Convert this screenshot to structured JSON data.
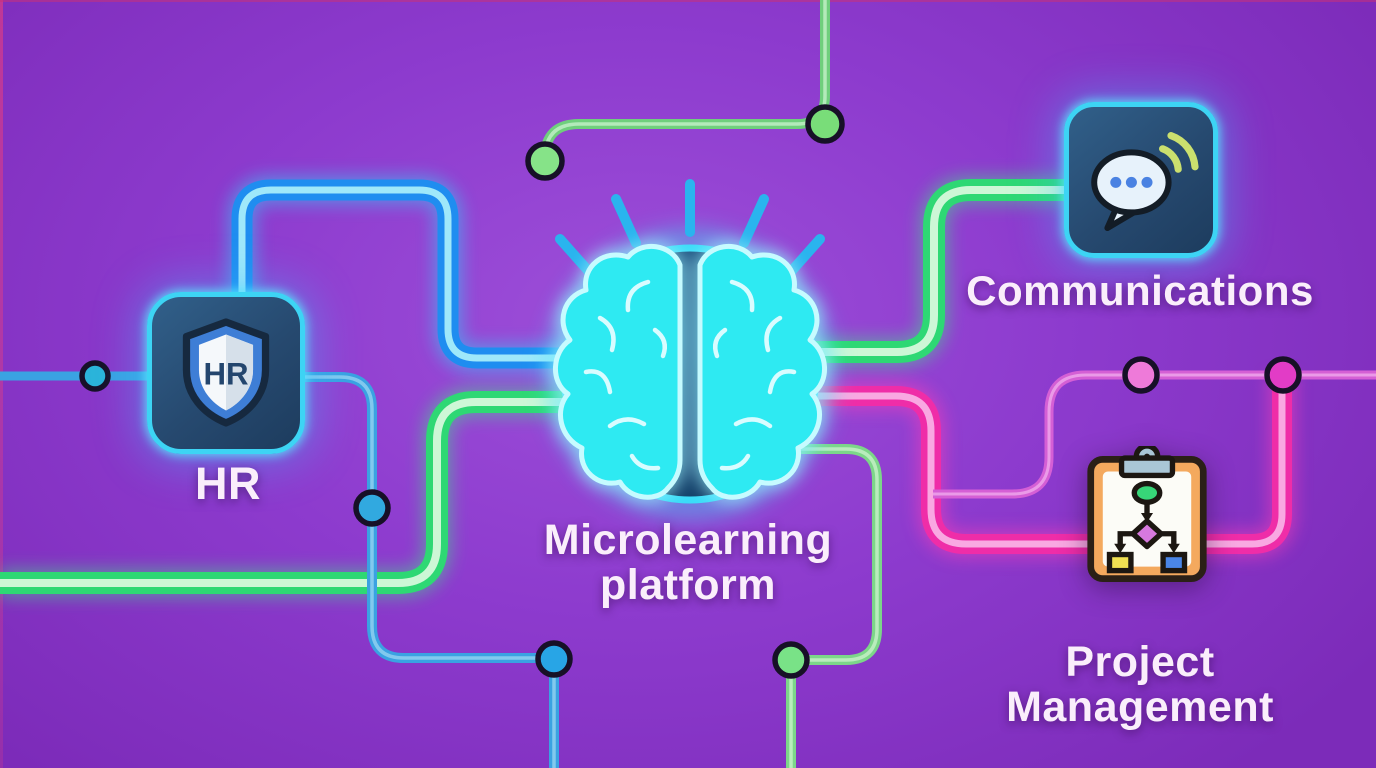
{
  "center": {
    "icon": "brain-icon",
    "label_line1": "Microlearning",
    "label_line2": "platform"
  },
  "nodes": {
    "hr": {
      "label": "HR",
      "shield_text": "HR",
      "icon": "hr-shield-icon"
    },
    "communications": {
      "label": "Communications",
      "icon": "chat-bubble-icon"
    },
    "project_management": {
      "label_line1": "Project",
      "label_line2": "Management",
      "icon": "clipboard-flowchart-icon"
    }
  },
  "colors": {
    "background_purple": "#8d3bce",
    "line_blue": "#1f8df0",
    "line_blue_core": "#9fe8fa",
    "line_green": "#2ed874",
    "line_green_core": "#cdf7d6",
    "line_pink": "#ef2da8",
    "line_pink_core": "#f9a8e2",
    "thin_blue": "#3aa2e2",
    "thin_green": "#7cd689",
    "thin_pink": "#d55fd5",
    "node_teal": "#2bb4da",
    "node_blue": "#29a5e6",
    "node_green": "#7ee283",
    "node_pink_light": "#ee7ad9",
    "node_magenta": "#e23cc6",
    "icon_tile_fill": "#26496f",
    "icon_tile_border": "#3dd4f4",
    "brain_cyan": "#2eeaf2",
    "brain_circle": "#1a4d7c",
    "clipboard_orange": "#f4a95e",
    "text_color": "#faeefb"
  }
}
